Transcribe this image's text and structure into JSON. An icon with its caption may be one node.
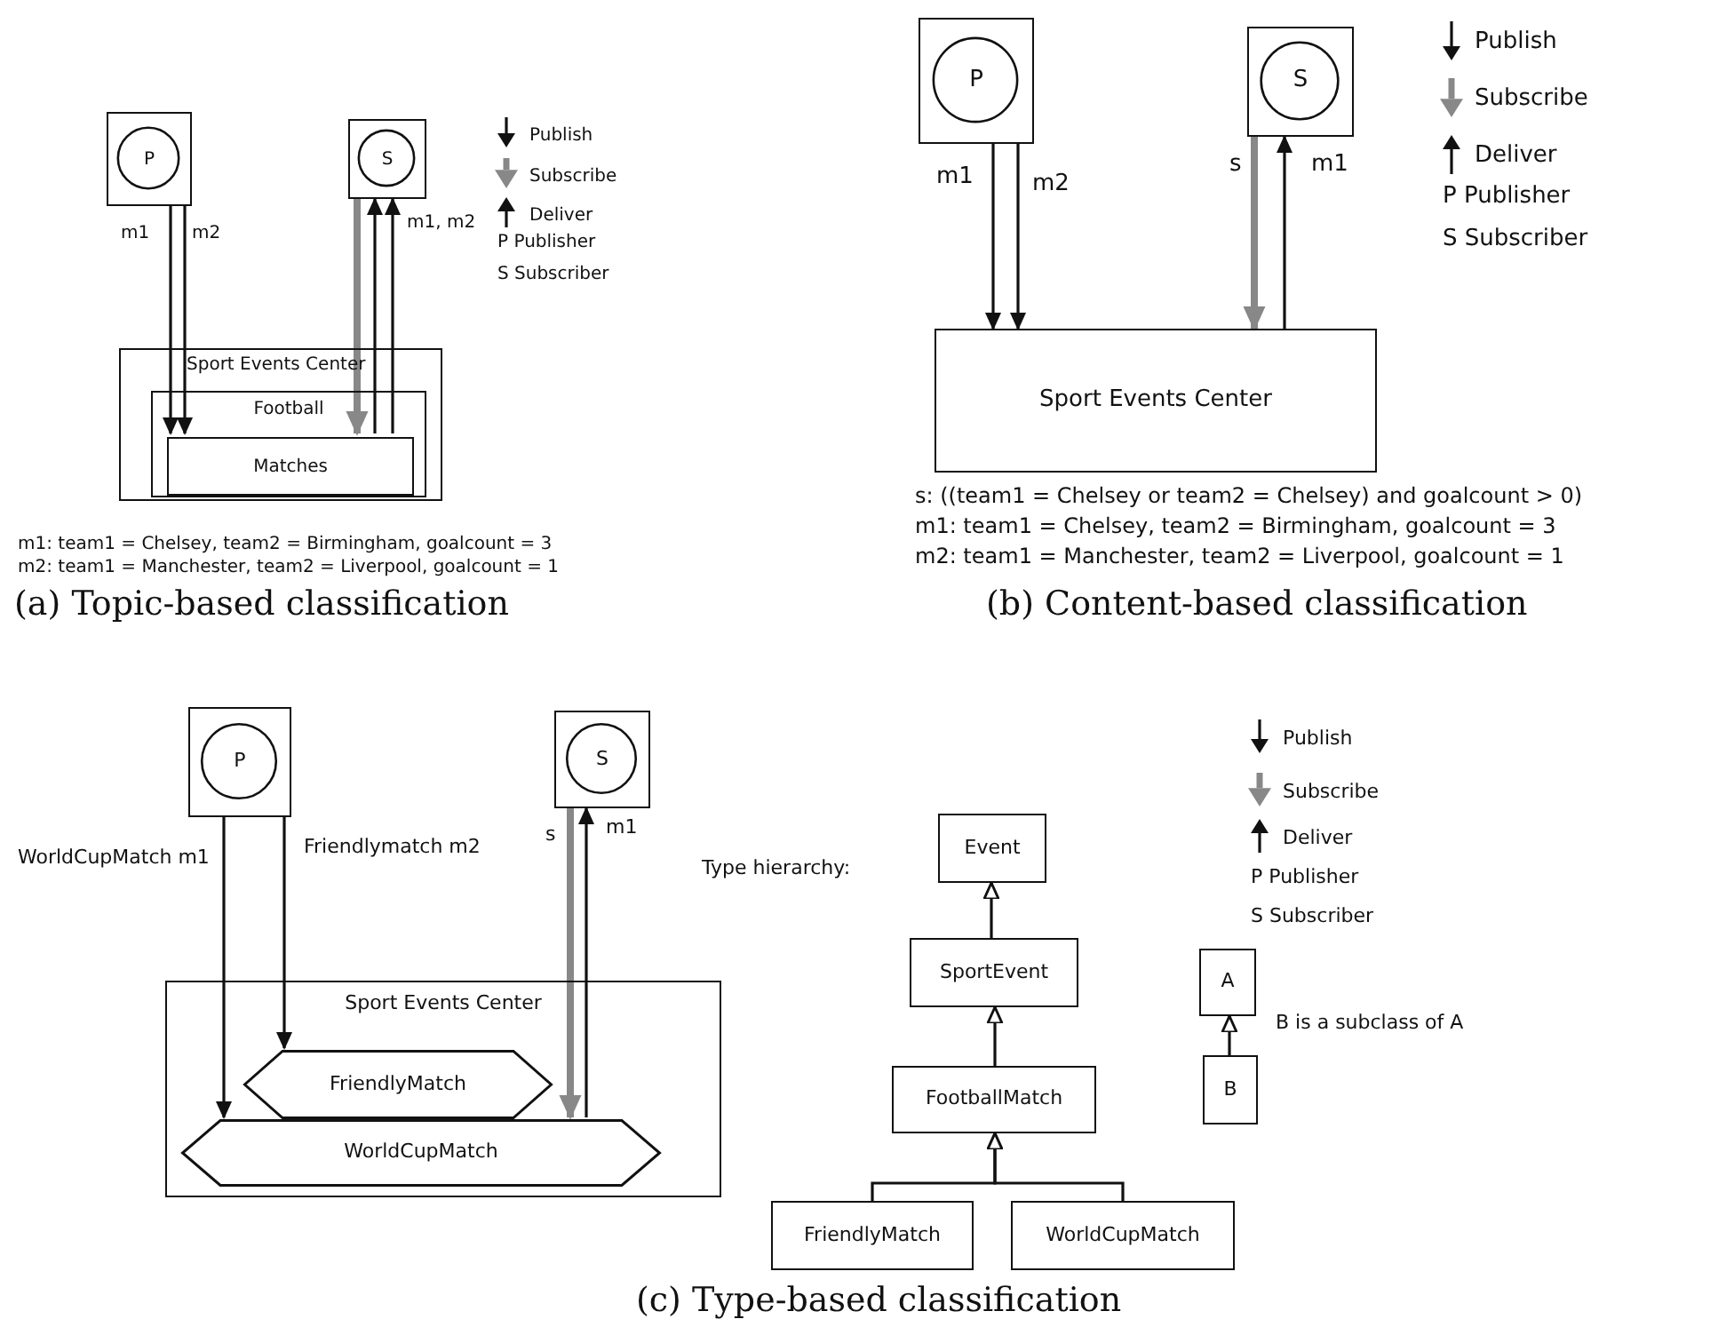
{
  "diagram": {
    "nodes": [
      {
        "text": [
          "P"
        ]
      },
      {
        "text": [
          "S"
        ]
      },
      {
        "text": [
          "Sport Events Center"
        ]
      },
      {
        "text": [
          "Football"
        ],
        "in": 2
      },
      {
        "text": [
          "Matches"
        ],
        "in": 3
      },
      {
        "text": [
          "P"
        ]
      },
      {
        "text": [
          "S"
        ]
      },
      {
        "text": [
          "Sport Events Center"
        ]
      },
      {
        "text": [
          "P"
        ]
      },
      {
        "text": [
          "S"
        ]
      },
      {
        "text": [
          "Sport Events Center"
        ]
      },
      {
        "text": [
          "FriendlyMatch"
        ],
        "in": 10
      },
      {
        "text": [
          "WorldCupMatch"
        ],
        "in": 10
      },
      {
        "text": [
          "Event"
        ]
      },
      {
        "text": [
          "SportEvent"
        ]
      },
      {
        "text": [
          "FootballMatch"
        ]
      },
      {
        "text": [
          "FriendlyMatch"
        ]
      },
      {
        "text": [
          "WorldCupMatch"
        ]
      },
      {
        "text": [
          "A"
        ]
      },
      {
        "text": [
          "B"
        ]
      }
    ],
    "edges": [
      {
        "from": 0,
        "to": 4,
        "arrow": "to",
        "label": "m1"
      },
      {
        "from": 0,
        "to": 4,
        "arrow": "to",
        "label": "m2"
      },
      {
        "from": 1,
        "to": 4,
        "arrow": "to",
        "style": "thick",
        "color": "#888888"
      },
      {
        "from": 4,
        "to": 1,
        "arrow": "to"
      },
      {
        "from": 4,
        "to": 1,
        "arrow": "to",
        "label": "m1, m2"
      },
      {
        "from": 5,
        "to": 7,
        "arrow": "to",
        "label": "m1"
      },
      {
        "from": 5,
        "to": 7,
        "arrow": "to",
        "label": "m2"
      },
      {
        "from": 6,
        "to": 7,
        "arrow": "to",
        "label": "s",
        "style": "thick",
        "color": "#888888"
      },
      {
        "from": 7,
        "to": 6,
        "arrow": "to",
        "label": "m1"
      },
      {
        "from": 8,
        "to": 12,
        "arrow": "to",
        "label": "WorldCupMatch m1"
      },
      {
        "from": 8,
        "to": 11,
        "arrow": "to",
        "label": "Friendlymatch m2"
      },
      {
        "from": 9,
        "to": 12,
        "arrow": "to",
        "label": "s",
        "style": "thick",
        "color": "#888888"
      },
      {
        "from": 12,
        "to": 9,
        "arrow": "to",
        "label": "m1"
      },
      {
        "from": 14,
        "to": 13,
        "arrow": "to"
      },
      {
        "from": 15,
        "to": 14,
        "arrow": "to"
      },
      {
        "from": 16,
        "to": 15,
        "arrow": "to"
      },
      {
        "from": 17,
        "to": 15,
        "arrow": "to"
      },
      {
        "from": 19,
        "to": 18,
        "arrow": "to"
      }
    ],
    "labels": [
      "m1: team1 = Chelsey, team2 = Birmingham, goalcount = 3",
      "m2: team1 = Manchester, team2 = Liverpool, goalcount = 1",
      "(a) Topic-based classification",
      "s: ((team1 = Chelsey or team2 = Chelsey) and goalcount > 0)",
      "m1: team1 = Chelsey, team2 = Birmingham, goalcount = 3",
      "m2: team1 = Manchester, team2 = Liverpool, goalcount = 1",
      "(b) Content-based classification",
      "Type hierarchy:",
      "B is a subclass of A",
      "(c) Type-based classification"
    ],
    "legend": [
      {
        "text": "Publish"
      },
      {
        "text": "Subscribe"
      },
      {
        "text": "Deliver"
      },
      {
        "text": "P Publisher"
      },
      {
        "text": "S Subscriber"
      },
      {
        "text": "Publish"
      },
      {
        "text": "Subscribe"
      },
      {
        "text": "Deliver"
      },
      {
        "text": "P Publisher"
      },
      {
        "text": "S Subscriber"
      },
      {
        "text": "Publish"
      },
      {
        "text": "Subscribe"
      },
      {
        "text": "Deliver"
      },
      {
        "text": "P Publisher"
      },
      {
        "text": "S Subscriber"
      }
    ]
  }
}
